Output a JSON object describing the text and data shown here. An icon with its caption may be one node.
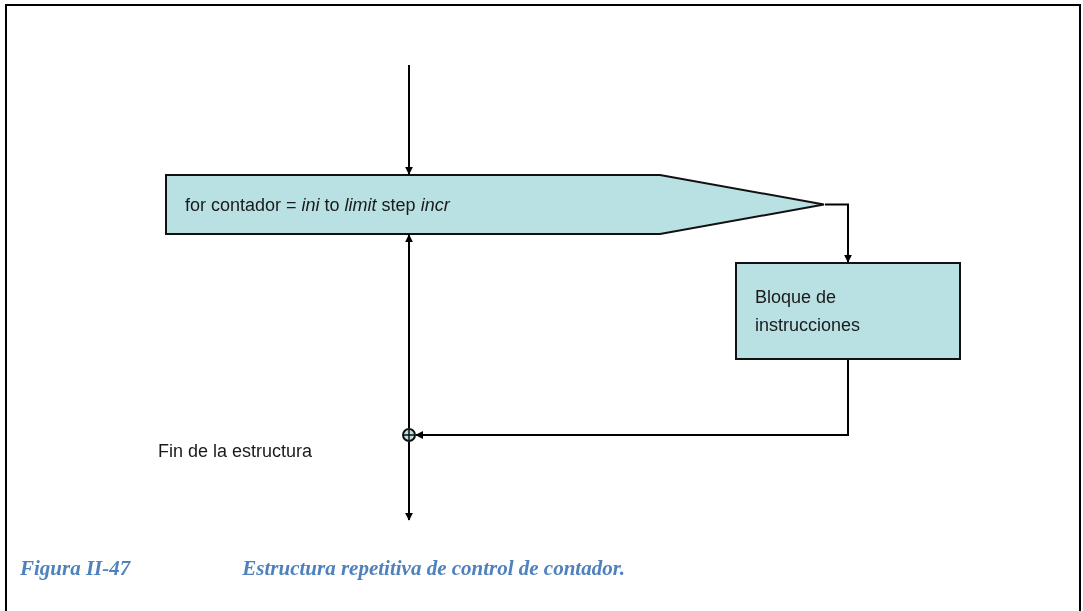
{
  "diagram": {
    "caption": "Estructura repetitiva de control de contador.",
    "nodes": [
      {
        "text": [
          "for contador = *ini* to *limit* step *incr*"
        ]
      },
      {
        "text": [
          "Bloque de instrucciones"
        ]
      },
      {
        "text": [],
        "shape": "circle"
      }
    ],
    "edges": [
      {
        "from": null,
        "to": 0,
        "arrow": "to"
      },
      {
        "from": 0,
        "to": 1,
        "arrow": "to"
      },
      {
        "from": 1,
        "to": 2,
        "arrow": "to"
      },
      {
        "from": 2,
        "to": 0,
        "arrow": "to"
      },
      {
        "from": 2,
        "to": null,
        "arrow": "to"
      }
    ],
    "labels": [
      "Fin de la estructura",
      "Figura II-47"
    ]
  }
}
